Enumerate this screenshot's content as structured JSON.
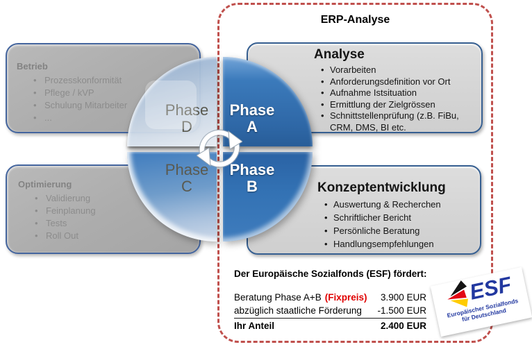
{
  "panel": {
    "title": "ERP-Analyse"
  },
  "left_boxes": {
    "betrieb": {
      "title": "Betrieb",
      "items": [
        "Prozesskonformität",
        "Pflege / kVP",
        "Schulung Mitarbeiter",
        "..."
      ]
    },
    "optimierung": {
      "title": "Optimierung",
      "items": [
        "Validierung",
        "Feinplanung",
        "Tests",
        "Roll Out"
      ]
    }
  },
  "right_boxes": {
    "analyse": {
      "title": "Analyse",
      "items": [
        "Vorarbeiten",
        "Anforderungsdefinition vor Ort",
        "Aufnahme Istsituation",
        "Ermittlung der Zielgrössen",
        "Schnittstellenprüfung (z.B. FiBu, CRM, DMS, BI etc."
      ]
    },
    "konzeptentwicklung": {
      "title": "Konzeptentwicklung",
      "items": [
        "Auswertung & Recherchen",
        "Schriftlicher Bericht",
        "Persönliche Beratung",
        "Handlungsempfehlungen"
      ]
    }
  },
  "phases": {
    "a": {
      "word": "Phase",
      "letter": "A"
    },
    "b": {
      "word": "Phase",
      "letter": "B"
    },
    "c": {
      "word": "Phase",
      "letter": "C"
    },
    "d": {
      "word": "Phase",
      "letter": "D"
    }
  },
  "funding": {
    "headline": "Der Europäische Sozialfonds (ESF) fördert:",
    "rows": [
      {
        "label": "Beratung Phase A+B",
        "highlight": "(Fixpreis)",
        "amount": "3.900 EUR"
      },
      {
        "label": "abzüglich staatliche Förderung",
        "amount": "-1.500 EUR"
      },
      {
        "label": "Ihr Anteil",
        "amount": "2.400 EUR"
      }
    ]
  },
  "esf_logo": {
    "acronym": "ESF",
    "line1": "Europäischer Sozialfonds",
    "line2": "für Deutschland"
  },
  "colors": {
    "dashed_border": "#c0504d",
    "box_border_blue": "#365f91",
    "phase_blue": "#3372b4",
    "fixpreis_red": "#e00000",
    "esf_blue": "#2238a0"
  }
}
